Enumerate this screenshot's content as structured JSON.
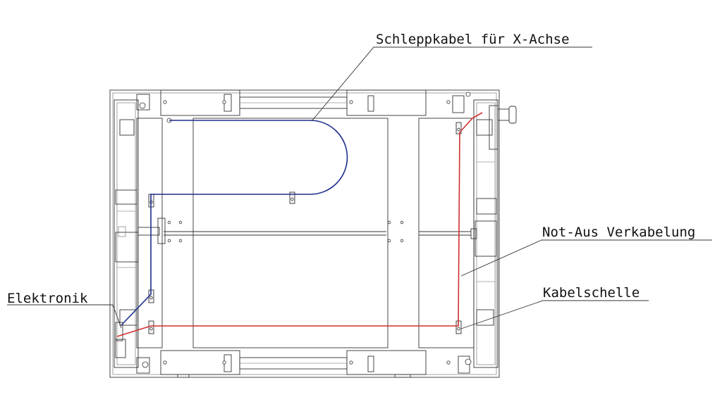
{
  "labels": {
    "drag_chain": "Schleppkabel für X-Achse",
    "emergency_stop_wiring": "Not-Aus Verkabelung",
    "cable_clamp": "Kabelschelle",
    "electronics": "Elektronik"
  },
  "colors": {
    "line": "#333333",
    "drag_chain_cable": "#1f2d8c",
    "emergency_stop_cable": "#d03030",
    "background": "#ffffff"
  }
}
